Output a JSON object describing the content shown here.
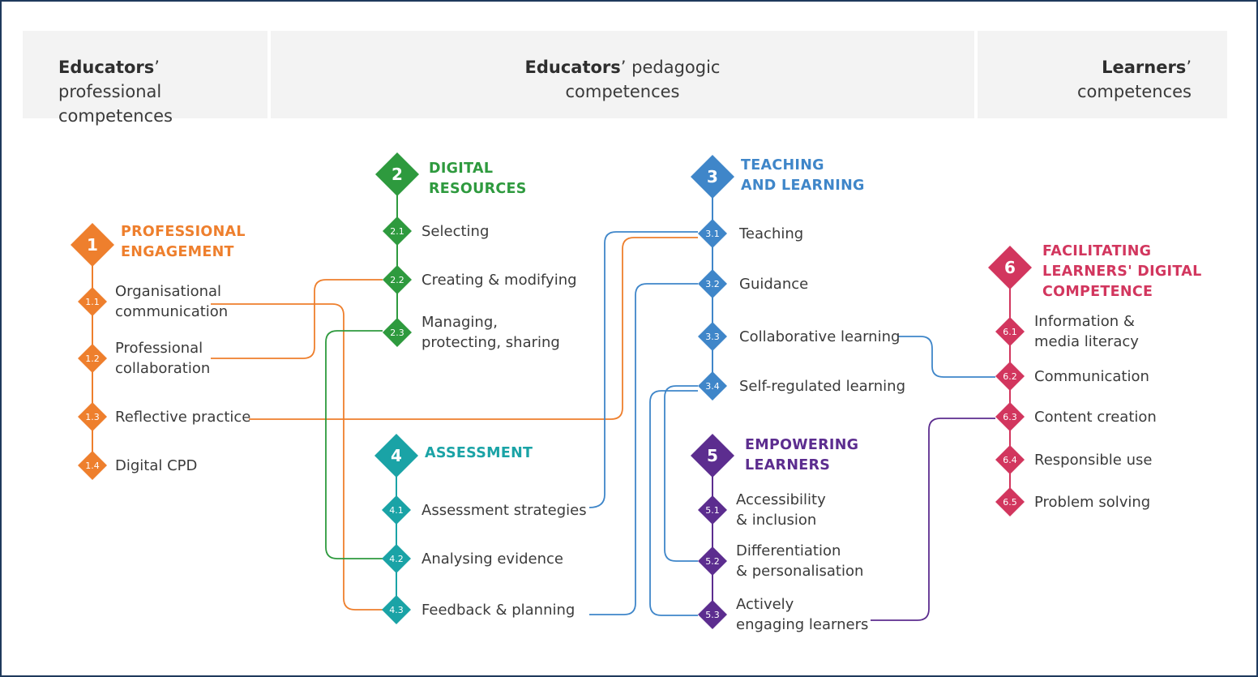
{
  "header": {
    "left": {
      "bold": "Educators",
      "rest": "’ professional",
      "line2": "competences"
    },
    "middle": {
      "bold": "Educators",
      "rest": "’ pedagogic",
      "line2": "competences"
    },
    "right": {
      "bold": "Learners",
      "rest": "’",
      "line2": "competences"
    }
  },
  "colors": {
    "area1": "#ee7f2d",
    "area2": "#2e9a3e",
    "area3": "#3f86c9",
    "area4": "#1aa3a6",
    "area5": "#5c2d8f",
    "area6": "#d2365e"
  },
  "areas": [
    {
      "number": "1",
      "title": [
        "PROFESSIONAL",
        "ENGAGEMENT"
      ],
      "items": [
        {
          "code": "1.1",
          "label": [
            "Organisational",
            "communication"
          ]
        },
        {
          "code": "1.2",
          "label": [
            "Professional",
            "collaboration"
          ]
        },
        {
          "code": "1.3",
          "label": [
            "Reflective practice"
          ]
        },
        {
          "code": "1.4",
          "label": [
            "Digital CPD"
          ]
        }
      ]
    },
    {
      "number": "2",
      "title": [
        "DIGITAL",
        "RESOURCES"
      ],
      "items": [
        {
          "code": "2.1",
          "label": [
            "Selecting"
          ]
        },
        {
          "code": "2.2",
          "label": [
            "Creating & modifying"
          ]
        },
        {
          "code": "2.3",
          "label": [
            "Managing,",
            "protecting, sharing"
          ]
        }
      ]
    },
    {
      "number": "3",
      "title": [
        "TEACHING",
        "AND LEARNING"
      ],
      "items": [
        {
          "code": "3.1",
          "label": [
            "Teaching"
          ]
        },
        {
          "code": "3.2",
          "label": [
            "Guidance"
          ]
        },
        {
          "code": "3.3",
          "label": [
            "Collaborative learning"
          ]
        },
        {
          "code": "3.4",
          "label": [
            "Self-regulated learning"
          ]
        }
      ]
    },
    {
      "number": "4",
      "title": [
        "ASSESSMENT"
      ],
      "items": [
        {
          "code": "4.1",
          "label": [
            "Assessment strategies"
          ]
        },
        {
          "code": "4.2",
          "label": [
            "Analysing evidence"
          ]
        },
        {
          "code": "4.3",
          "label": [
            "Feedback & planning"
          ]
        }
      ]
    },
    {
      "number": "5",
      "title": [
        "EMPOWERING",
        "LEARNERS"
      ],
      "items": [
        {
          "code": "5.1",
          "label": [
            "Accessibility",
            "& inclusion"
          ]
        },
        {
          "code": "5.2",
          "label": [
            "Differentiation",
            "& personalisation"
          ]
        },
        {
          "code": "5.3",
          "label": [
            "Actively",
            "engaging learners"
          ]
        }
      ]
    },
    {
      "number": "6",
      "title": [
        "FACILITATING",
        "LEARNERS' DIGITAL",
        "COMPETENCE"
      ],
      "items": [
        {
          "code": "6.1",
          "label": [
            "Information &",
            "media literacy"
          ]
        },
        {
          "code": "6.2",
          "label": [
            "Communication"
          ]
        },
        {
          "code": "6.3",
          "label": [
            "Content creation"
          ]
        },
        {
          "code": "6.4",
          "label": [
            "Responsible use"
          ]
        },
        {
          "code": "6.5",
          "label": [
            "Problem solving"
          ]
        }
      ]
    }
  ]
}
